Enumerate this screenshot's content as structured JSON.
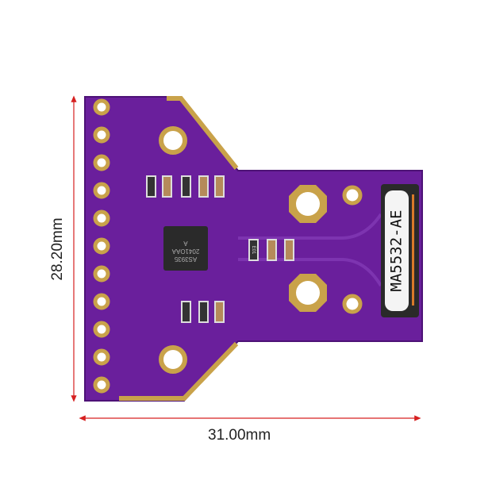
{
  "dimensions": {
    "height_label": "28.20mm",
    "width_label": "31.00mm"
  },
  "chip_marking": [
    "AS3935",
    "2041OAA",
    "A"
  ],
  "sensor_label": "MA5532-AE",
  "resistor_marking": "E01",
  "colors": {
    "pcb": "#6a1f9c",
    "gold": "#c9a24a",
    "dimension_line": "#d62020"
  }
}
